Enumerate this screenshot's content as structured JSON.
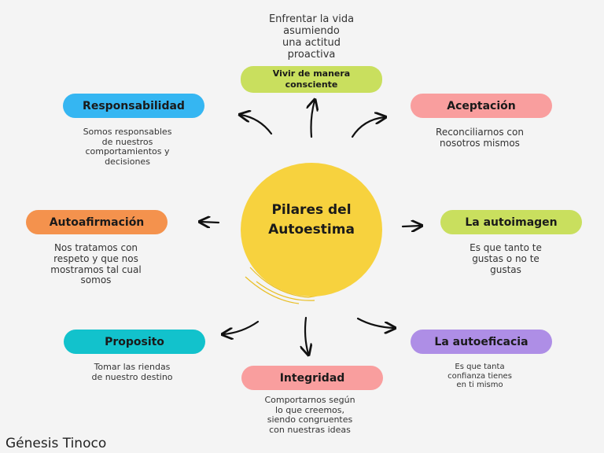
{
  "center": {
    "title": "Pilares del\nAutoestima"
  },
  "pillars": [
    {
      "id": "vivir",
      "label": "Vivir de manera\nconsciente",
      "description": "Enfrentar la vida\nasumiendo\nuna actitud\nproactiva",
      "color": "#c9df5e"
    },
    {
      "id": "responsabilidad",
      "label": "Responsabilidad",
      "description": "Somos responsables\nde nuestros\ncomportamientos y\ndecisiones",
      "color": "#35b6f2"
    },
    {
      "id": "aceptacion",
      "label": "Aceptación",
      "description": "Reconciliarnos con\nnosotros mismos",
      "color": "#f99e9e"
    },
    {
      "id": "autoafirmacion",
      "label": "Autoafirmación",
      "description": "Nos tratamos con\nrespeto y que nos\nmostramos tal cual\nsomos",
      "color": "#f4924d"
    },
    {
      "id": "autoimagen",
      "label": "La autoimagen",
      "description": "Es que tanto te\ngustas o no te\ngustas",
      "color": "#c9df5e"
    },
    {
      "id": "proposito",
      "label": "Proposito",
      "description": "Tomar las riendas\nde nuestro destino",
      "color": "#12c2cc"
    },
    {
      "id": "integridad",
      "label": "Integridad",
      "description": "Comportarnos según\nlo que creemos,\nsiendo congruentes\ncon nuestras ideas",
      "color": "#f99e9e"
    },
    {
      "id": "autoeficacia",
      "label": "La autoeficacia",
      "description": "Es que tanta\nconfianza tienes\nen ti mismo",
      "color": "#ae8ee6"
    }
  ],
  "author": "Génesis Tinoco"
}
